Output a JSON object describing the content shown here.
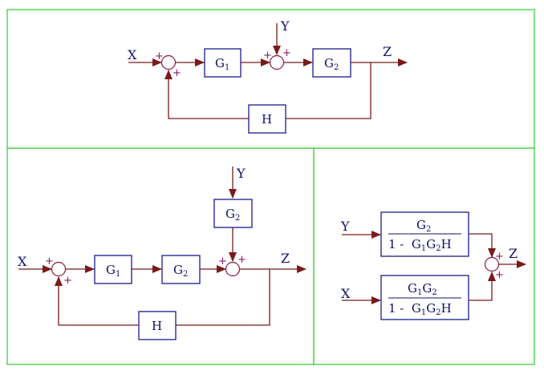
{
  "signals": {
    "x": "X",
    "y": "Y",
    "z": "Z"
  },
  "sign_plus": "+",
  "blocks": {
    "g1": {
      "base": "G",
      "sub": "1"
    },
    "g2": {
      "base": "G",
      "sub": "2"
    },
    "h": "H"
  },
  "fraction": {
    "top_num": {
      "base": "G",
      "sub": "2"
    },
    "bottom_num": {
      "base1": "G",
      "sub1": "1",
      "base2": "G",
      "sub2": "2"
    },
    "den": {
      "prefix": "1 -  ",
      "base1": "G",
      "sub1": "1",
      "base2": "G",
      "sub2": "2",
      "suffix": "H"
    }
  },
  "colors": {
    "frame": "#33cc33",
    "wire": "#7a1a1a",
    "block": "#1a1a8c",
    "text": "#10106a",
    "sign": "#8a1a6a"
  }
}
